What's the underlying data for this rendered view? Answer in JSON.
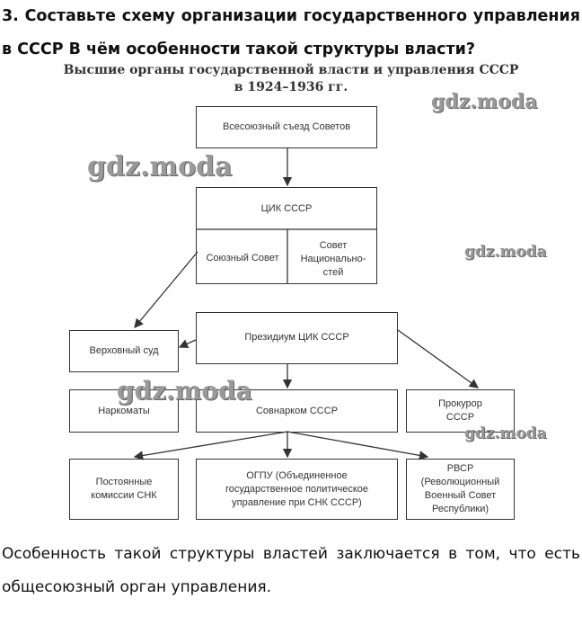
{
  "question": "3. Составьте схему организации государственного управления в СССР В чём особенности такой структуры власти?",
  "diagram": {
    "title_line1": "Высшие органы государственной власти и управления СССР",
    "title_line2": "в 1924–1936 гг.",
    "boxes": {
      "congress": "Всесоюзный съезд Советов",
      "cik": "ЦИК СССР",
      "union_council": "Союзный Совет",
      "nationalities_council": "Совет Национально-стей",
      "presidium": "Президиум ЦИК СССР",
      "supreme_court": "Верховный суд",
      "narkomats": "Наркоматы",
      "sovnarkom": "Совнарком СССР",
      "prosecutor": "Прокурор СССР",
      "commissions": "Постоянные комиссии СНК",
      "ogpu": "ОГПУ (Объединенное государственное политическое управление при СНК СССР)",
      "rvsr": "РВСР (Революционный Военный Совет Республики)"
    }
  },
  "answer": "Особенность такой структуры властей заключается в том, что есть общесоюзный орган управления.",
  "watermark": "gdz.moda"
}
